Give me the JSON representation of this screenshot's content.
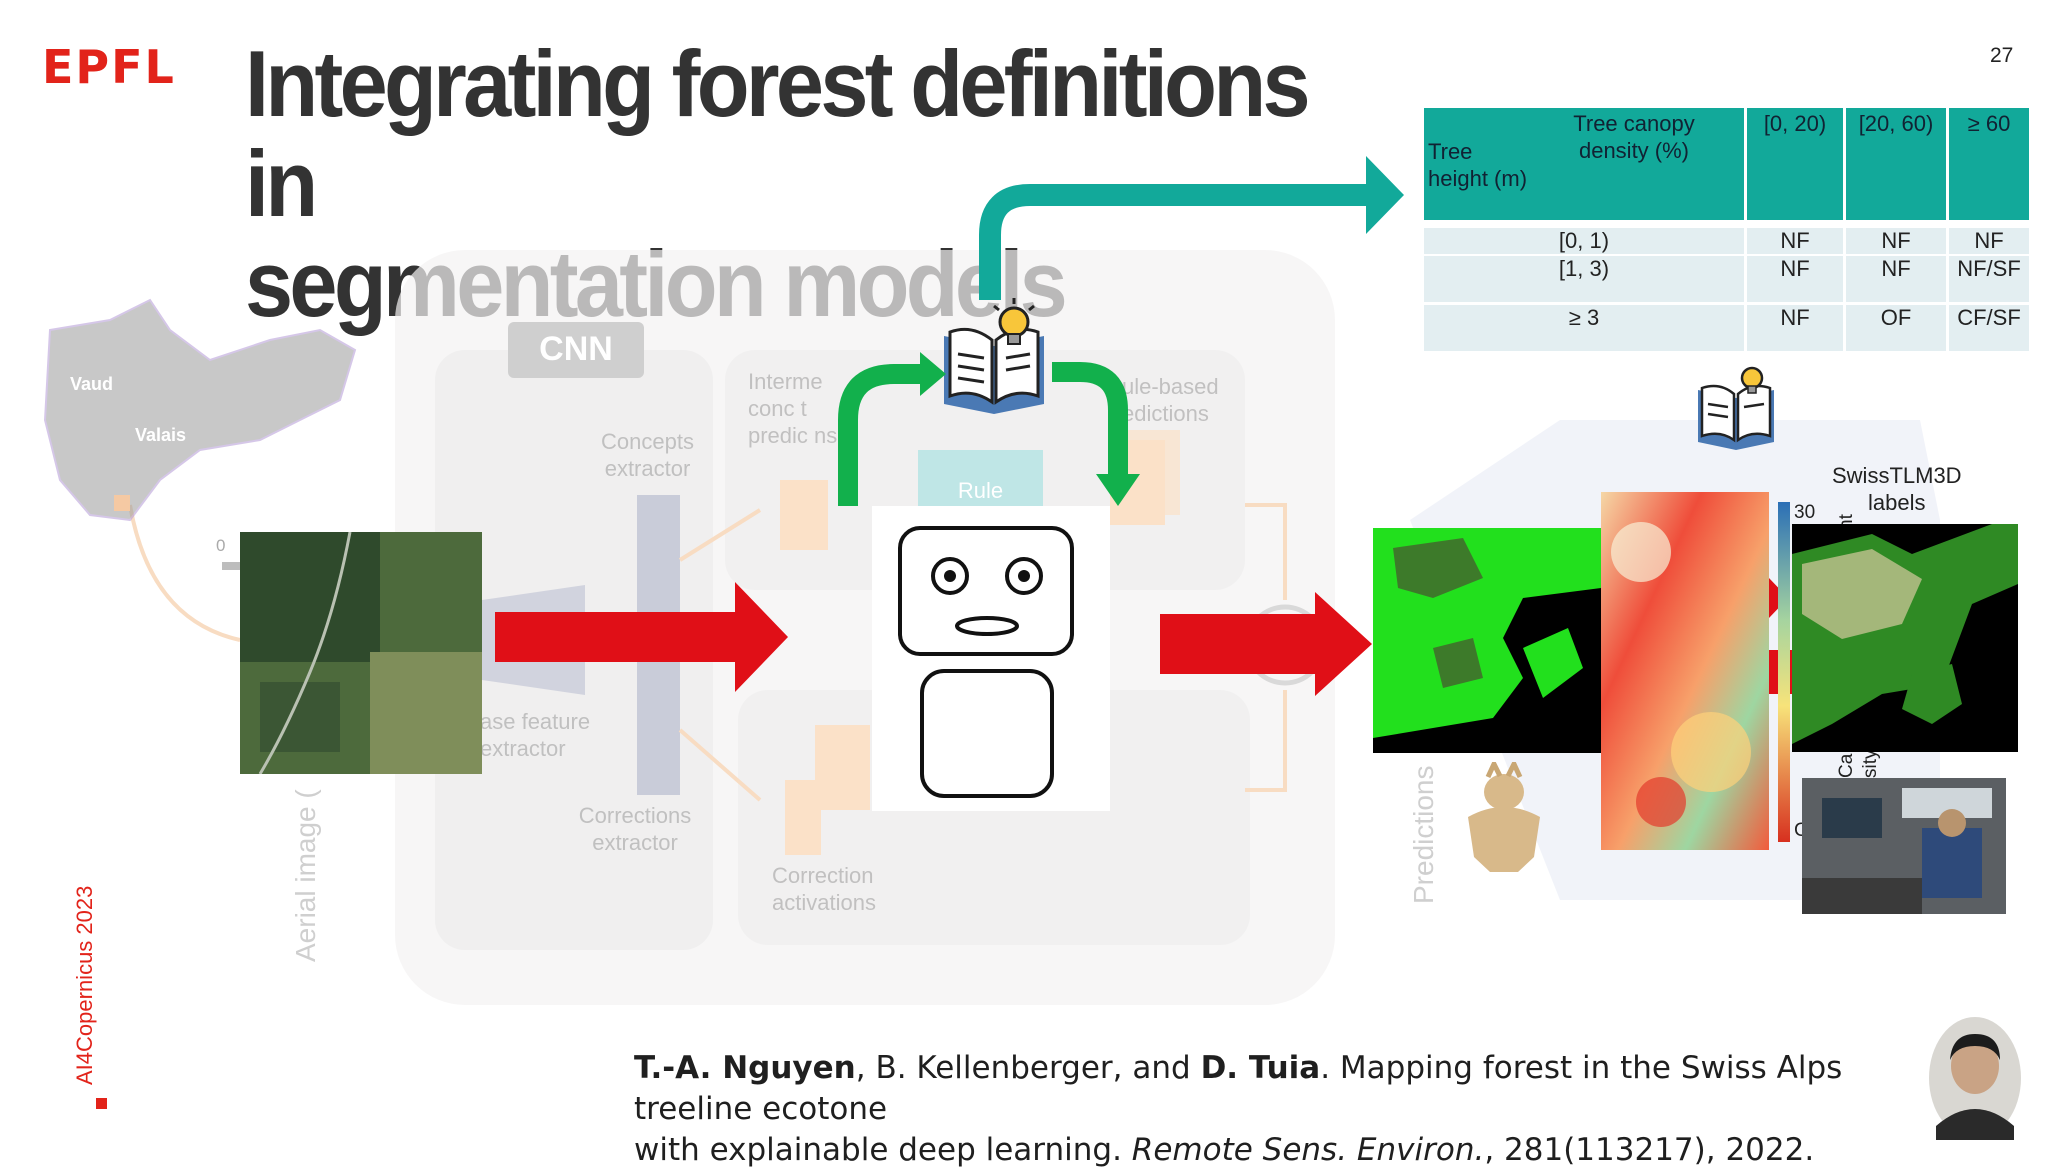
{
  "header": {
    "logo": "EPFL",
    "title_line1": "Integrating forest definitions in",
    "title_line2": "segmentation models",
    "page_number": "27"
  },
  "sidebar": {
    "event": "AI4Copernicus 2023"
  },
  "diagram": {
    "cnn_label": "CNN",
    "map_labels": [
      "Vaud",
      "Valais"
    ],
    "map_tick": "0",
    "concepts_extractor": [
      "Concepts",
      "extractor"
    ],
    "base_feature_extractor": [
      "ase feature",
      "extractor"
    ],
    "corrections_extractor": [
      "Corrections",
      "extractor"
    ],
    "intermediate_predictions": [
      "Interme",
      "conc    t",
      "predic    ns"
    ],
    "rule_label": "Rule",
    "rule_based_predictions": [
      "ule-based",
      "edictions"
    ],
    "correction_activations": [
      "Correction",
      "activations"
    ],
    "aerial_image_label": "Aerial image (",
    "predictions_label": "Predictions",
    "swisstlm_label": [
      "SwissTLM3D",
      "labels"
    ],
    "colorbar_value": "30",
    "ca_label": "Ca",
    "sity_label": "sity",
    "nt_label": "nt",
    "c_label": "C"
  },
  "table": {
    "row_header": [
      "Tree",
      "height (m)"
    ],
    "col_header": [
      "Tree canopy",
      "density (%)"
    ],
    "columns": [
      "[0, 20)",
      "[20, 60)",
      "≥ 60"
    ],
    "rows": [
      {
        "height": "[0, 1)",
        "values": [
          "NF",
          "NF",
          "NF"
        ]
      },
      {
        "height": "[1, 3)",
        "values": [
          "NF",
          "NF",
          "NF/SF"
        ]
      },
      {
        "height": "≥ 3",
        "values": [
          "NF",
          "OF",
          "CF/SF"
        ]
      }
    ]
  },
  "citation": {
    "author1": "T.-A. Nguyen",
    "mid1": ", B. Kellenberger, and ",
    "author2": "D. Tuia",
    "mid2": ". Mapping forest in the Swiss Alps treeline ecotone",
    "line2_a": "with explainable deep learning. ",
    "journal": "Remote Sens. Environ.",
    "line2_b": ", 281(113217), 2022."
  },
  "colors": {
    "epfl_red": "#e2231a",
    "teal": "#12a99a",
    "green_arrow": "#12b04c",
    "red_arrow": "#e00f17"
  }
}
